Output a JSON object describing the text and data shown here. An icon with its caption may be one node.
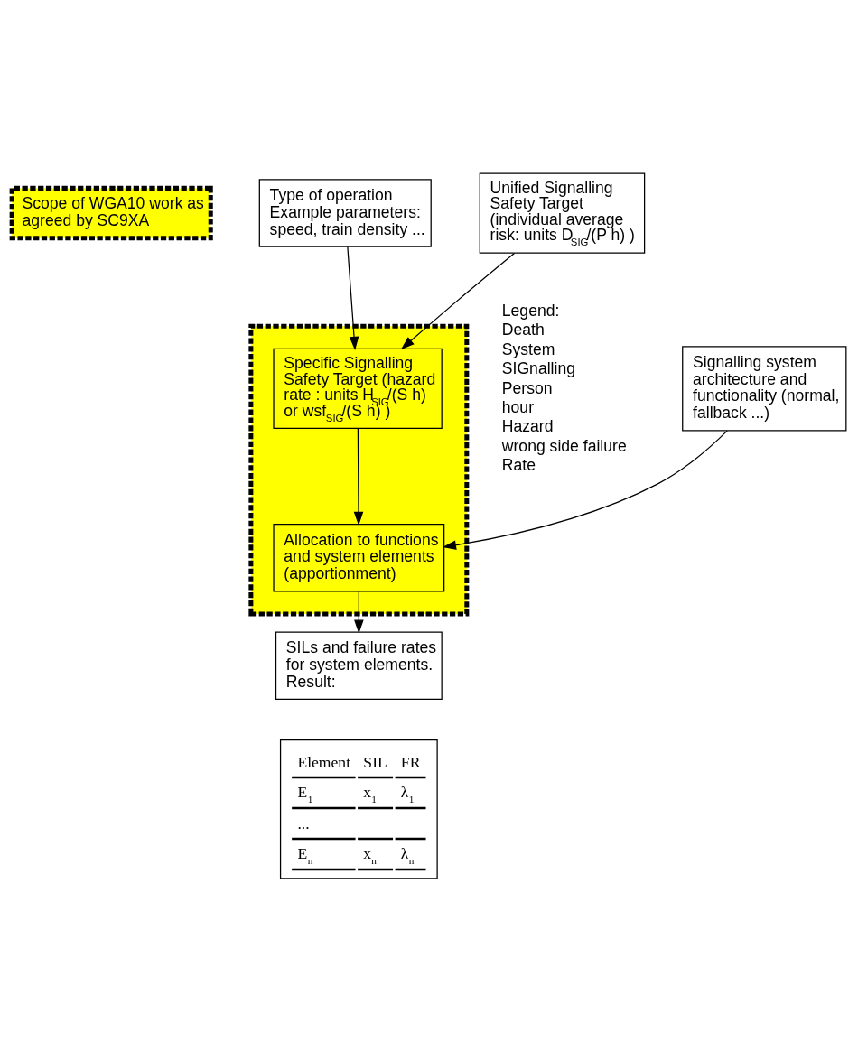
{
  "diagram": {
    "nodes": [
      {
        "text": [
          "Scope of WGA10 work as agreed by SC9XA"
        ]
      },
      {
        "text": [
          "Unified Signalling Safety Target",
          "(individual average risk: units D$_{SIG}$/(P h) )"
        ]
      },
      {
        "text": [
          "Type of operation",
          "Example parameters: speed, train density ..."
        ]
      },
      {
        "text": [],
        "shape": "box"
      },
      {
        "text": [
          "Specific Signalling Safety Target (hazard rate : units H$_{SIG}$/(S h) or wsf$_{SIG}$/(S h) )"
        ],
        "in": 3
      },
      {
        "text": [
          "Signalling system architecture and functionality (normal, fallback ...)"
        ]
      },
      {
        "text": [
          "Allocation to functions and system elements (apportionment)"
        ],
        "in": 3
      },
      {
        "text": [
          "SILs and failure rates for system elements. Result:"
        ]
      }
    ],
    "edges": [
      {
        "from": 1,
        "to": 4,
        "arrow": "to"
      },
      {
        "from": 2,
        "to": 4,
        "arrow": "to"
      },
      {
        "from": 4,
        "to": 6,
        "arrow": "to"
      },
      {
        "from": 5,
        "to": 6,
        "arrow": "to"
      },
      {
        "from": 6,
        "to": 7,
        "arrow": "to"
      }
    ],
    "labels": [
      "Legend:",
      "Death",
      "System",
      "SIGnalling",
      "Person",
      "hour",
      "Hazard",
      "wrong side failure",
      "Rate",
      "Element",
      "SIL",
      "FR",
      "E$_{1}$",
      "x$_{1}$",
      "λ$_{1}$",
      "...",
      "E$_{n}$",
      "x$_{n}$",
      "λ$_{n}$"
    ]
  }
}
